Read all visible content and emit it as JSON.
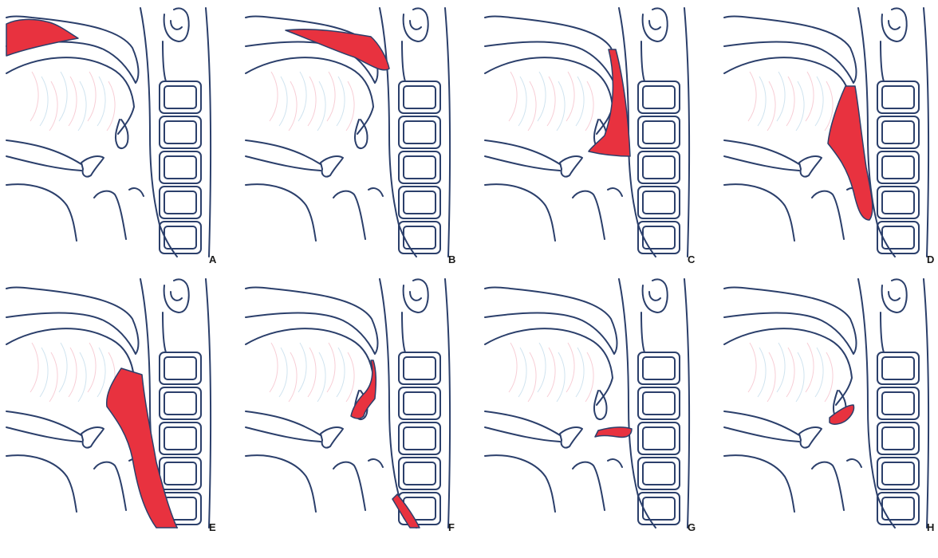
{
  "figure": {
    "colors": {
      "outline": "#2b3f6b",
      "bolus": "#e8323f",
      "tongue_stripes_red": "#f2a6b4",
      "tongue_stripes_blue": "#a9cde3",
      "background": "#ffffff"
    },
    "panels": [
      {
        "label": "A"
      },
      {
        "label": "B"
      },
      {
        "label": "C"
      },
      {
        "label": "D"
      },
      {
        "label": "E"
      },
      {
        "label": "F"
      },
      {
        "label": "G"
      },
      {
        "label": "H"
      }
    ]
  }
}
